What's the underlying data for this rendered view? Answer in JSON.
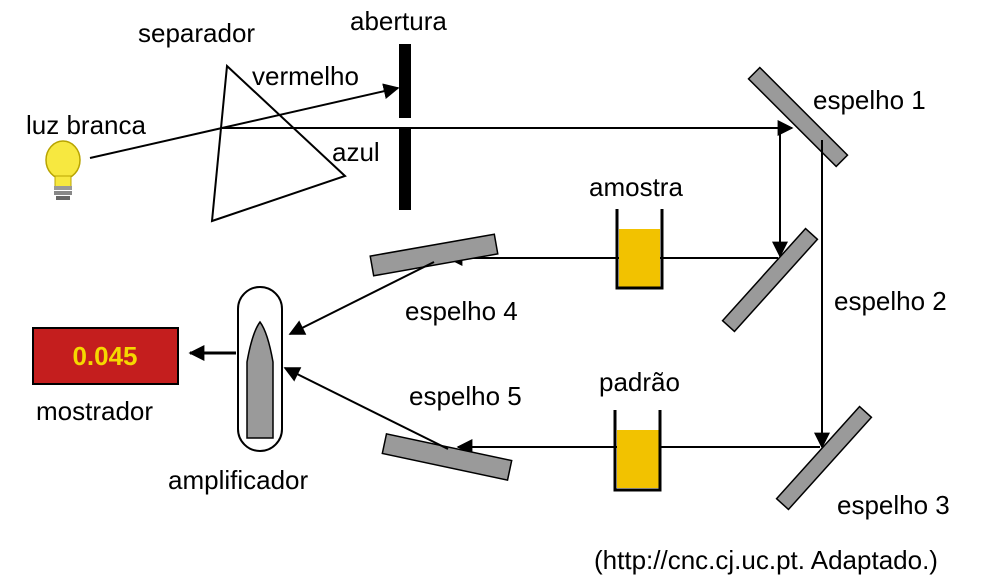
{
  "labels": {
    "separator": "separador",
    "aperture": "abertura",
    "red": "vermelho",
    "white_light": "luz branca",
    "blue": "azul",
    "mirror_1": "espelho 1",
    "sample": "amostra",
    "mirror_2": "espelho 2",
    "mirror_4": "espelho 4",
    "standard": "padrão",
    "mirror_5": "espelho 5",
    "display": "mostrador",
    "amplifier": "amplificador",
    "mirror_3": "espelho 3"
  },
  "display_value": "0.045",
  "source": "(http://cnc.cj.uc.pt. Adaptado.)",
  "colors": {
    "display_bg": "#c41e1e",
    "display_text": "#f5d800",
    "liquid": "#f2c200",
    "mirror_fill": "#9a9a9a",
    "bulb": "#f7e840"
  }
}
